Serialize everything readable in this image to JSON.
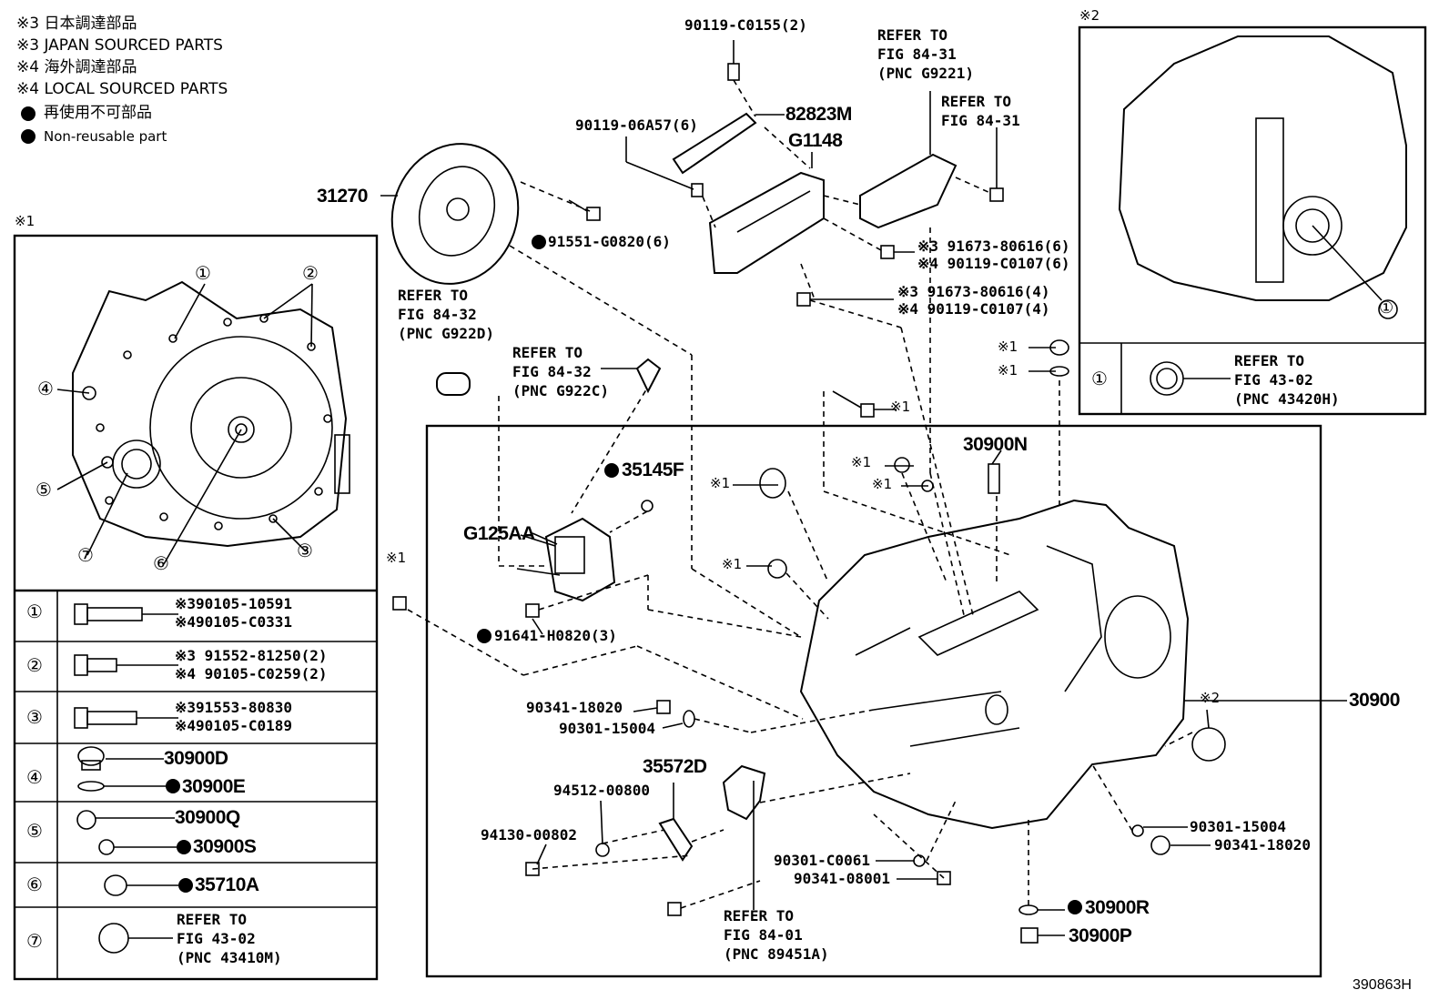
{
  "legend": {
    "l1": "※3 日本調達部品",
    "l2": "※3 JAPAN SOURCED PARTS",
    "l3": "※4 海外調達部品",
    "l4": "※4 LOCAL SOURCED PARTS",
    "l5": "再使用不可部品",
    "l6": "Non-reusable part"
  },
  "boxes": {
    "box1_mark": "※1",
    "box2_mark": "※2"
  },
  "left_table": {
    "row1": {
      "num": "①",
      "a": "※390105-10591",
      "b": "※490105-C0331"
    },
    "row2": {
      "num": "②",
      "a": "※3 91552-81250(2)",
      "b": "※4 90105-C0259(2)"
    },
    "row3": {
      "num": "③",
      "a": "※391553-80830",
      "b": "※490105-C0189"
    },
    "row4": {
      "num": "④",
      "a": "30900D",
      "b": "30900E"
    },
    "row5": {
      "num": "⑤",
      "a": "30900Q",
      "b": "30900S"
    },
    "row6": {
      "num": "⑥",
      "a": "35710A"
    },
    "row7": {
      "num": "⑦",
      "a": "REFER TO",
      "b": "FIG 43-02",
      "c": "(PNC 43410M)"
    }
  },
  "right_box": {
    "num": "①",
    "ref1": "REFER TO",
    "ref2": "FIG 43-02",
    "ref3": "(PNC 43420H)",
    "m1a": "※1",
    "m1b": "※1"
  },
  "callouts": {
    "c1": "90119-C0155(2)",
    "c2": "82823M",
    "c3": "90119-06A57(6)",
    "c4": "G1148",
    "c5": "31270",
    "c6": "91551-G0820(6)",
    "c7": "※3 91673-80616(6)",
    "c8": "※4 90119-C0107(6)",
    "c9": "※3 91673-80616(4)",
    "c10": "※4 90119-C0107(4)",
    "c11": "35145F",
    "c12": "G125AA",
    "c13": "91641-H0820(3)",
    "c14": "30900N",
    "c15": "30900",
    "c16": "90341-18020",
    "c17": "90301-15004",
    "c18": "35572D",
    "c19": "94512-00800",
    "c20": "94130-00802",
    "c21": "90301-C0061",
    "c22": "90341-08001",
    "c23": "90301-15004",
    "c24": "90341-18020",
    "c25": "30900R",
    "c26": "30900P",
    "m_x1_a": "※1",
    "m_x1_b": "※1",
    "m_x1_c": "※1",
    "m_x1_d": "※1",
    "m_x1_e": "※1",
    "m_x1_f": "※1",
    "m_x2": "※2"
  },
  "refs": {
    "r1a": "REFER TO",
    "r1b": "FIG 84-31",
    "r1c": "(PNC G9221)",
    "r2a": "REFER TO",
    "r2b": "FIG 84-31",
    "r3a": "REFER TO",
    "r3b": "FIG 84-32",
    "r3c": "(PNC G922D)",
    "r4a": "REFER TO",
    "r4b": "FIG 84-32",
    "r4c": "(PNC G922C)",
    "r5a": "REFER TO",
    "r5b": "FIG 84-01",
    "r5c": "(PNC 89451A)"
  },
  "left_diagram_labels": [
    "①",
    "②",
    "③",
    "④",
    "⑤",
    "⑥",
    "⑦"
  ],
  "figure_id": "390863H"
}
